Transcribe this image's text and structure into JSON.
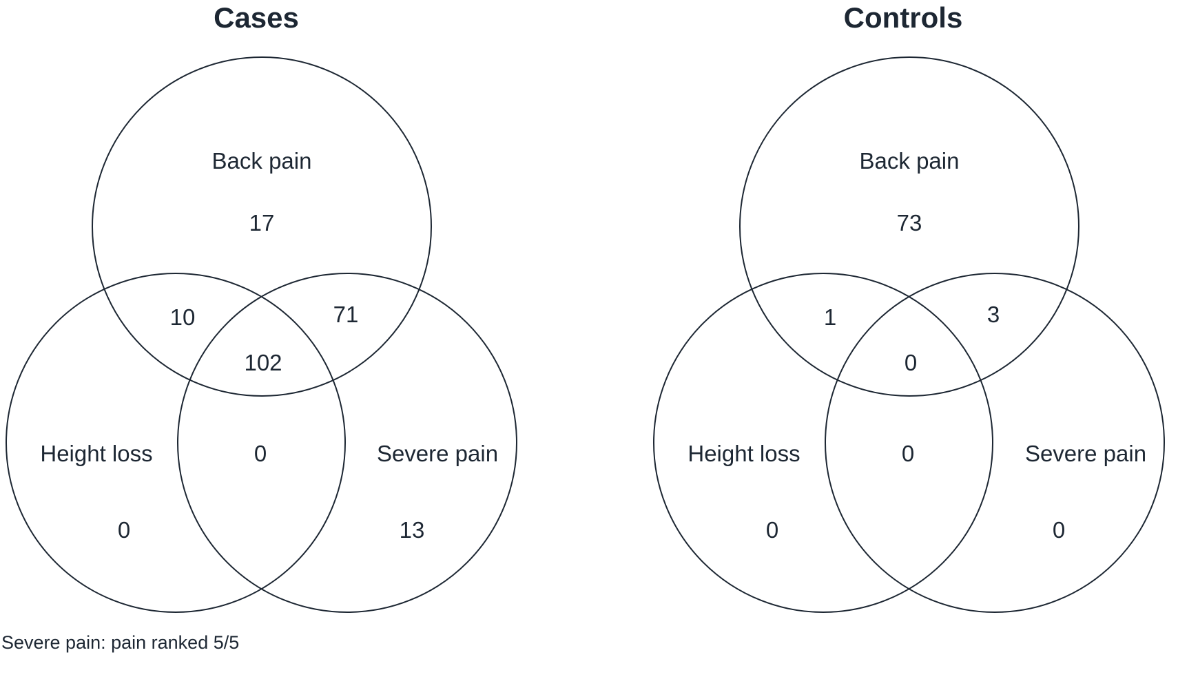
{
  "figure": {
    "footnote": "Severe pain: pain ranked 5/5",
    "colors": {
      "stroke": "#1d2733",
      "text": "#1d2733",
      "background": "#ffffff"
    }
  },
  "diagrams": [
    {
      "id": "cases",
      "title": "Cases",
      "labels": {
        "top": "Back pain",
        "left": "Height loss",
        "right": "Severe pain"
      },
      "values": {
        "top_only": "17",
        "top_left": "10",
        "top_right": "71",
        "center": "102",
        "left_right": "0",
        "left_only": "0",
        "right_only": "13"
      }
    },
    {
      "id": "controls",
      "title": "Controls",
      "labels": {
        "top": "Back pain",
        "left": "Height loss",
        "right": "Severe pain"
      },
      "values": {
        "top_only": "73",
        "top_left": "1",
        "top_right": "3",
        "center": "0",
        "left_right": "0",
        "left_only": "0",
        "right_only": "0"
      }
    }
  ]
}
